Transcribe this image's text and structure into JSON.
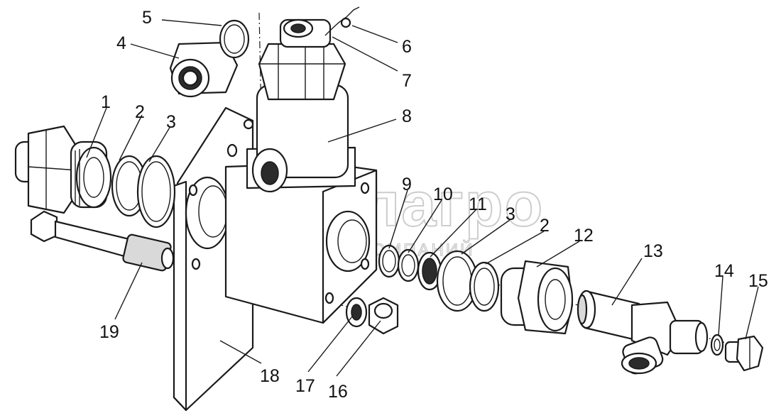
{
  "watermark": {
    "brand": "белагро",
    "subtitle": "ГРУППА КОМПАНИЙ"
  },
  "callouts": [
    "1",
    "2",
    "3",
    "4",
    "5",
    "6",
    "7",
    "8",
    "9",
    "10",
    "11",
    "3",
    "2",
    "12",
    "13",
    "14",
    "15",
    "16",
    "17",
    "18",
    "19"
  ]
}
